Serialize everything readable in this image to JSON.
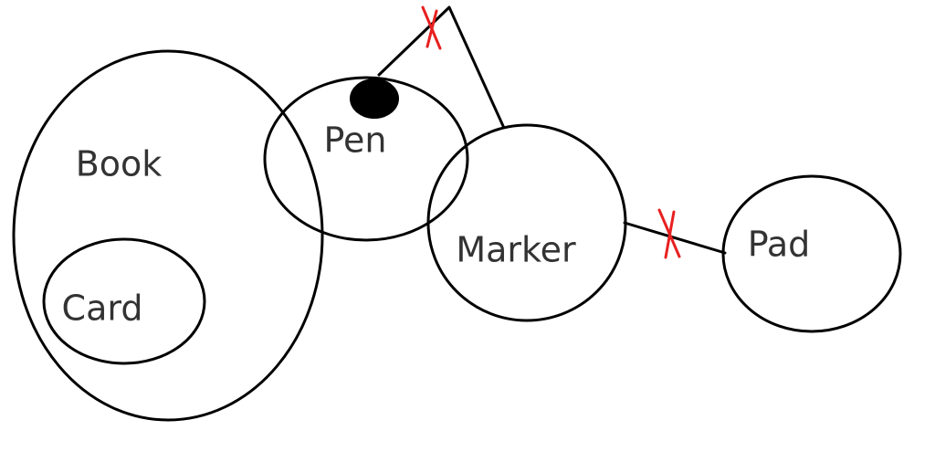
{
  "diagram": {
    "labels": {
      "book": "Book",
      "card": "Card",
      "pen": "Pen",
      "marker": "Marker",
      "pad": "Pad"
    },
    "colors": {
      "stroke": "#000000",
      "label": "#333333",
      "cross": "#e82020"
    }
  }
}
